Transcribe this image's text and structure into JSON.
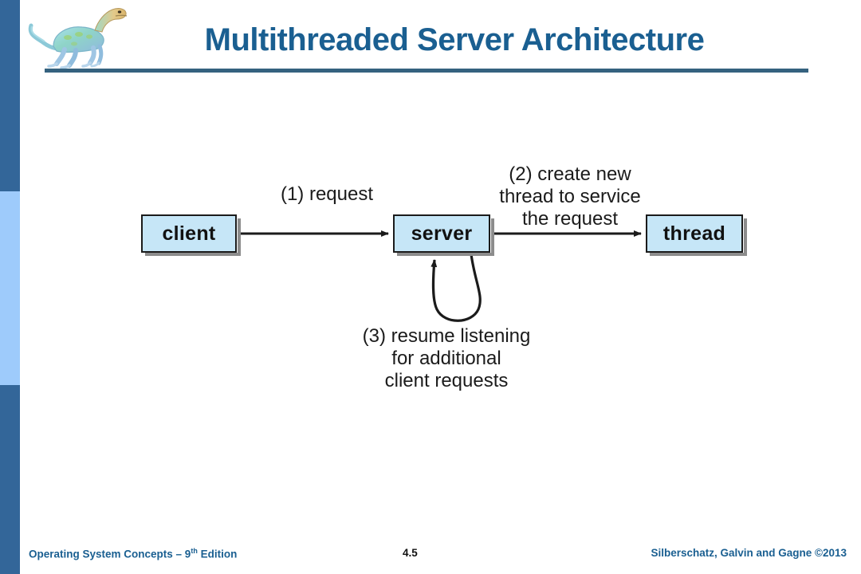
{
  "slide": {
    "title": "Multithreaded Server Architecture",
    "accent_color": "#1a5f91",
    "rule_color": "#35627f",
    "sidebar_dark_color": "#336699",
    "sidebar_light_color": "#9ecbfb",
    "box_fill_color": "#c6e6f7",
    "logo_alt": "dinosaur-logo"
  },
  "diagram": {
    "nodes": [
      {
        "id": "client",
        "label": "client"
      },
      {
        "id": "server",
        "label": "server"
      },
      {
        "id": "thread",
        "label": "thread"
      }
    ],
    "annotations": [
      {
        "id": "step1",
        "text": "(1) request"
      },
      {
        "id": "step2",
        "text": "(2) create new\nthread to service\nthe request"
      },
      {
        "id": "step3",
        "text": "(3) resume listening\nfor additional\nclient requests"
      }
    ],
    "edges": [
      {
        "from": "client",
        "to": "server",
        "label": "(1) request"
      },
      {
        "from": "server",
        "to": "thread",
        "label": "(2) create new thread to service the request"
      },
      {
        "from": "server",
        "to": "server",
        "label": "(3) resume listening for additional client requests"
      }
    ]
  },
  "footer": {
    "book": "Operating System Concepts",
    "edition_prefix": " – 9",
    "edition_sup": "th",
    "edition_suffix": " Edition",
    "page": "4.5",
    "credit": "Silberschatz, Galvin and Gagne ©2013"
  }
}
